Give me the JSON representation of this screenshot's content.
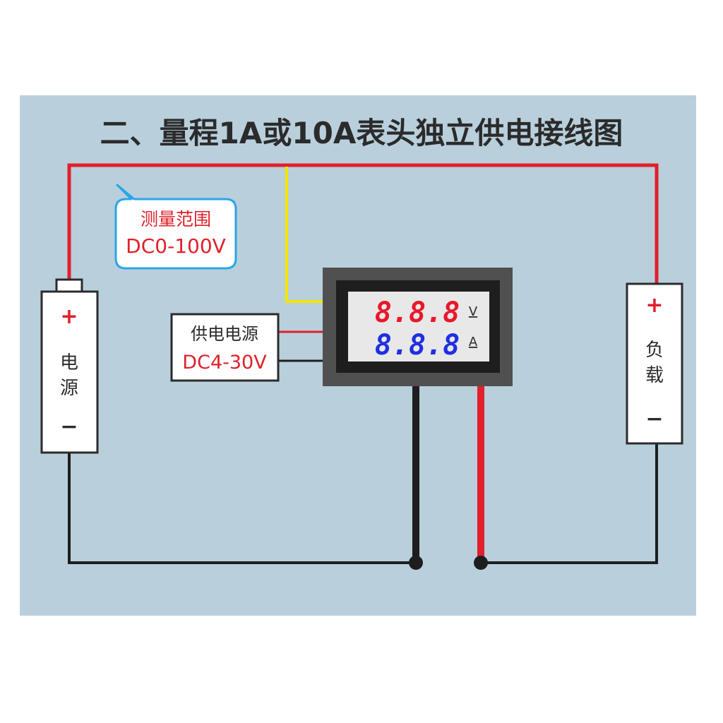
{
  "title": "二、量程1A或10A表头独立供电接线图",
  "callout": {
    "line1": "测量范围",
    "line2": "DC0-100V"
  },
  "power_supply": {
    "line1": "供电电源",
    "line2": "DC4-30V"
  },
  "source": {
    "plus": "+",
    "label1": "电",
    "label2": "源",
    "minus": "−"
  },
  "load": {
    "plus": "+",
    "label1": "负",
    "label2": "载",
    "minus": "−"
  },
  "meter": {
    "voltage_display": "8.8.8",
    "voltage_unit": "V",
    "current_display": "8.8.8",
    "current_unit": "A"
  },
  "colors": {
    "background": "#b9cfdc",
    "positive_wire": "#e0202a",
    "negative_wire": "#1e1e1e",
    "signal_wire": "#f2e600",
    "voltage_digits": "#e8182a",
    "current_digits": "#1f2fe0",
    "callout_border": "#2aa6e8"
  }
}
